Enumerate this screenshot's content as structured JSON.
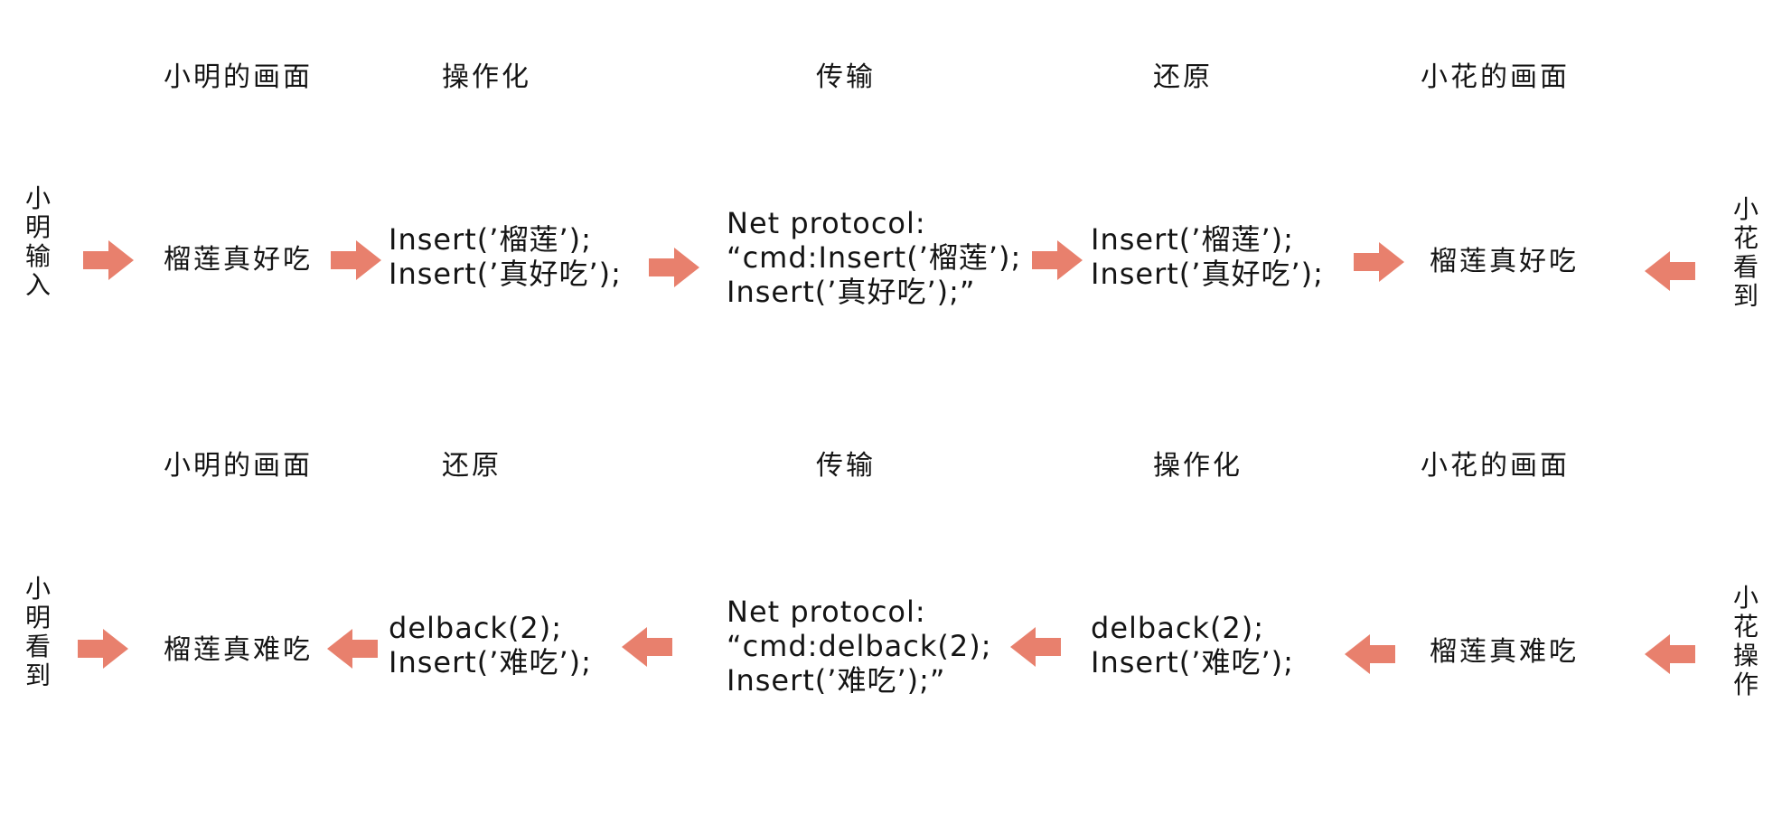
{
  "row1": {
    "headers": [
      "小明的画面",
      "操作化",
      "传输",
      "还原",
      "小花的画面"
    ],
    "left_label": "小明输入",
    "right_label": "小花看到",
    "screen_left": "榴莲真好吃",
    "op_lines": [
      "Insert(’榴莲’);",
      "Insert(’真好吃’);"
    ],
    "net_lines": [
      "Net protocol:",
      "“cmd:Insert(’榴莲’);",
      "Insert(’真好吃’);”"
    ],
    "restore_lines": [
      "Insert(’榴莲’);",
      "Insert(’真好吃’);"
    ],
    "screen_right": "榴莲真好吃"
  },
  "row2": {
    "headers": [
      "小明的画面",
      "还原",
      "传输",
      "操作化",
      "小花的画面"
    ],
    "left_label": "小明看到",
    "right_label": "小花操作",
    "screen_left": "榴莲真难吃",
    "restore_lines": [
      "delback(2);",
      "Insert(’难吃’);"
    ],
    "net_lines": [
      "Net protocol:",
      "“cmd:delback(2);",
      "Insert(’难吃’);”"
    ],
    "op_lines": [
      "delback(2);",
      "Insert(’难吃’);"
    ],
    "screen_right": "榴莲真难吃"
  },
  "colors": {
    "arrow": "#e8806d",
    "text": "#141414",
    "background": "#ffffff"
  }
}
